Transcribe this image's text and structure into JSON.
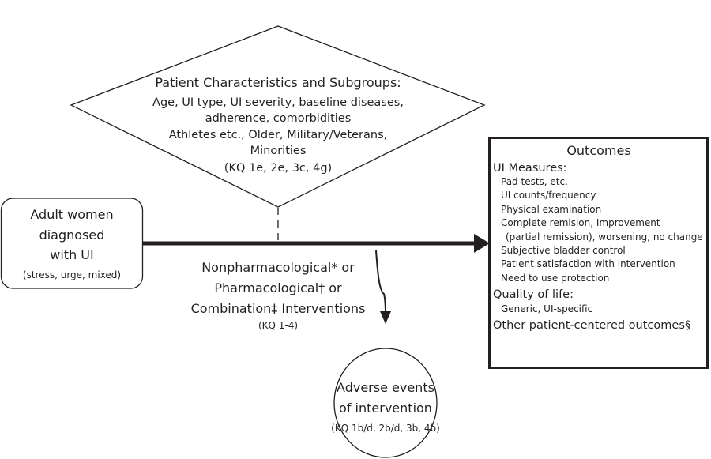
{
  "diamond": {
    "title": "Patient Characteristics and Subgroups:",
    "lines": [
      "Age, UI type, UI severity, baseline diseases,",
      "adherence, comorbidities",
      "Athletes etc., Older, Military/Veterans,",
      "Minorities",
      "(KQ 1e, 2e, 3c, 4g)"
    ]
  },
  "population": {
    "lines": [
      "Adult women",
      "diagnosed",
      "with UI"
    ],
    "sub": "(stress, urge, mixed)"
  },
  "interventions": {
    "lines": [
      "Nonpharmacological* or",
      "Pharmacological† or",
      "Combination‡ Interventions"
    ],
    "kq": "(KQ 1-4)"
  },
  "adverse": {
    "lines": [
      "Adverse events",
      "of intervention"
    ],
    "kq": "(KQ 1b/d, 2b/d, 3b, 4b)"
  },
  "outcomes": {
    "title": "Outcomes",
    "ui_heading": "UI Measures:",
    "ui_items": [
      "Pad tests, etc.",
      "UI counts/frequency",
      "Physical examination",
      "Complete remision, Improvement",
      "(partial remission), worsening, no change",
      "Subjective bladder control",
      "Patient satisfaction with intervention",
      "Need to use protection"
    ],
    "qol_heading": "Quality of life:",
    "qol_items": [
      "Generic, UI-specific"
    ],
    "other": "Other patient-centered outcomes§"
  }
}
